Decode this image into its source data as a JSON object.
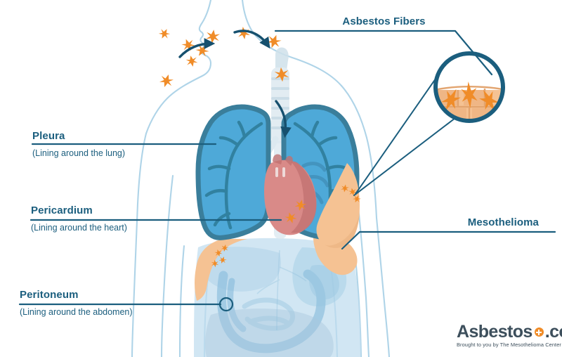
{
  "labels": {
    "pleura": {
      "title": "Pleura",
      "sub": "(Lining around the lung)"
    },
    "pericardium": {
      "title": "Pericardium",
      "sub": "(Lining around the heart)"
    },
    "peritoneum": {
      "title": "Peritoneum",
      "sub": "(Lining around the abdomen)"
    },
    "asbestos_fibers": {
      "title": "Asbestos Fibers"
    },
    "mesothelioma": {
      "title": "Mesothelioma"
    }
  },
  "logo": {
    "name": "Asbestos",
    "icon": "orange-plus-icon",
    "domain": ".com.",
    "tagline": "Brought to you by The Mesothelioma Center"
  },
  "colors": {
    "background": "#ffffff",
    "label_text": "#1B5E7E",
    "leader_line": "#1B5E7E",
    "body_outline": "#AFD4E8",
    "lung_fill": "#4EA9D8",
    "lung_outline": "#3A7E9B",
    "bronchi": "#2E7D9A",
    "heart_fill": "#D98A88",
    "heart_shadow": "#C07070",
    "tumor_peach": "#F5C293",
    "fiber_orange": "#F08C28",
    "trachea": "#CFE0EA",
    "abdomen_organs": "#AFD4E8",
    "logo_text": "#3D4F5C"
  },
  "figure": {
    "title": "asbestos-exposure-mesothelioma-anatomy-diagram",
    "parts": [
      "human-torso-silhouette",
      "head-profile",
      "trachea",
      "left-lung",
      "right-lung",
      "heart",
      "abdominal-organs",
      "pleural-tumor-mass",
      "peritoneal-lining",
      "magnifier-circle-tissue"
    ],
    "airborne_fiber_count": 8,
    "inhalation_arrows": 3,
    "magnifier_fiber_count": 3
  }
}
